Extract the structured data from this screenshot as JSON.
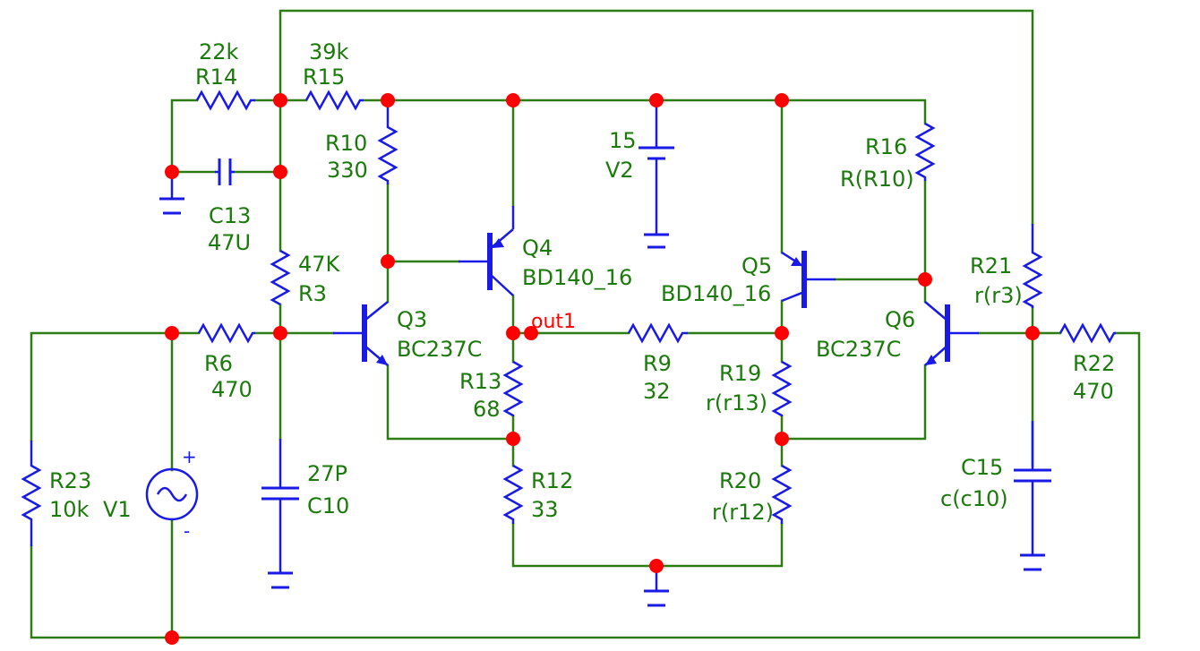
{
  "schematic": {
    "components": {
      "r14": {
        "ref": "R14",
        "value": "22k"
      },
      "r15": {
        "ref": "R15",
        "value": "39k"
      },
      "r10": {
        "ref": "R10",
        "value": "330"
      },
      "r16": {
        "ref": "R16",
        "value": "R(R10)"
      },
      "r3": {
        "ref": "R3",
        "value": "47K"
      },
      "r6": {
        "ref": "R6",
        "value": "470"
      },
      "r13": {
        "ref": "R13",
        "value": "68"
      },
      "r9": {
        "ref": "R9",
        "value": "32"
      },
      "r19": {
        "ref": "R19",
        "value": "r(r13)"
      },
      "r12": {
        "ref": "R12",
        "value": "33"
      },
      "r20": {
        "ref": "R20",
        "value": "r(r12)"
      },
      "r21": {
        "ref": "R21",
        "value": "r(r3)"
      },
      "r22": {
        "ref": "R22",
        "value": "470"
      },
      "r23": {
        "ref": "R23",
        "value": "10k"
      },
      "c13": {
        "ref": "C13",
        "value": "47U"
      },
      "c10": {
        "ref": "C10",
        "value": "27P"
      },
      "c15": {
        "ref": "C15",
        "value": "c(c10)"
      },
      "v1": {
        "ref": "V1",
        "plus": "+",
        "minus": "-"
      },
      "v2": {
        "ref": "V2",
        "value": "15"
      },
      "q3": {
        "ref": "Q3",
        "model": "BC237C"
      },
      "q4": {
        "ref": "Q4",
        "model": "BD140_16"
      },
      "q5": {
        "ref": "Q5",
        "model": "BD140_16"
      },
      "q6": {
        "ref": "Q6",
        "model": "BC237C"
      }
    },
    "net_labels": {
      "out1": "out1"
    },
    "colors": {
      "wire": "#2e7d12",
      "component": "#1a1ae6",
      "node": "#ff0000",
      "label": "#1a7a0a",
      "net_label": "#ff0000"
    }
  }
}
